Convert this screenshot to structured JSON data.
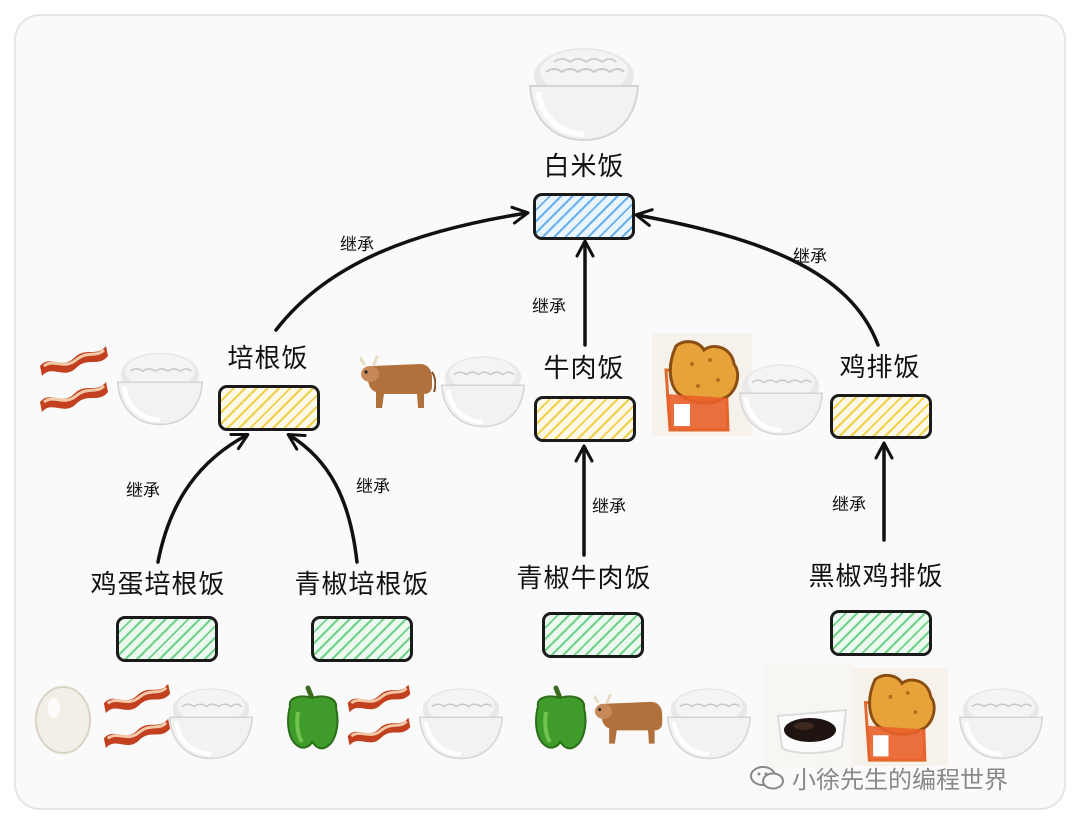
{
  "nodes": {
    "white_rice": "白米饭",
    "bacon_rice": "培根饭",
    "beef_rice": "牛肉饭",
    "chicken_rice": "鸡排饭",
    "egg_bacon_rice": "鸡蛋培根饭",
    "pepper_bacon_rice": "青椒培根饭",
    "pepper_beef_rice": "青椒牛肉饭",
    "blackpepper_chicken_rice": "黑椒鸡排饭"
  },
  "edge_label": "继承",
  "colors": {
    "base": "#6ab0ec",
    "middle": "#f1cf48",
    "leaf": "#6fd18c"
  },
  "icons": [
    "rice-bowl-icon",
    "bacon-icon",
    "cow-icon",
    "chicken-cutlet-icon",
    "egg-icon",
    "green-pepper-icon",
    "black-pepper-sauce-icon"
  ],
  "watermark": "小徐先生的编程世界"
}
